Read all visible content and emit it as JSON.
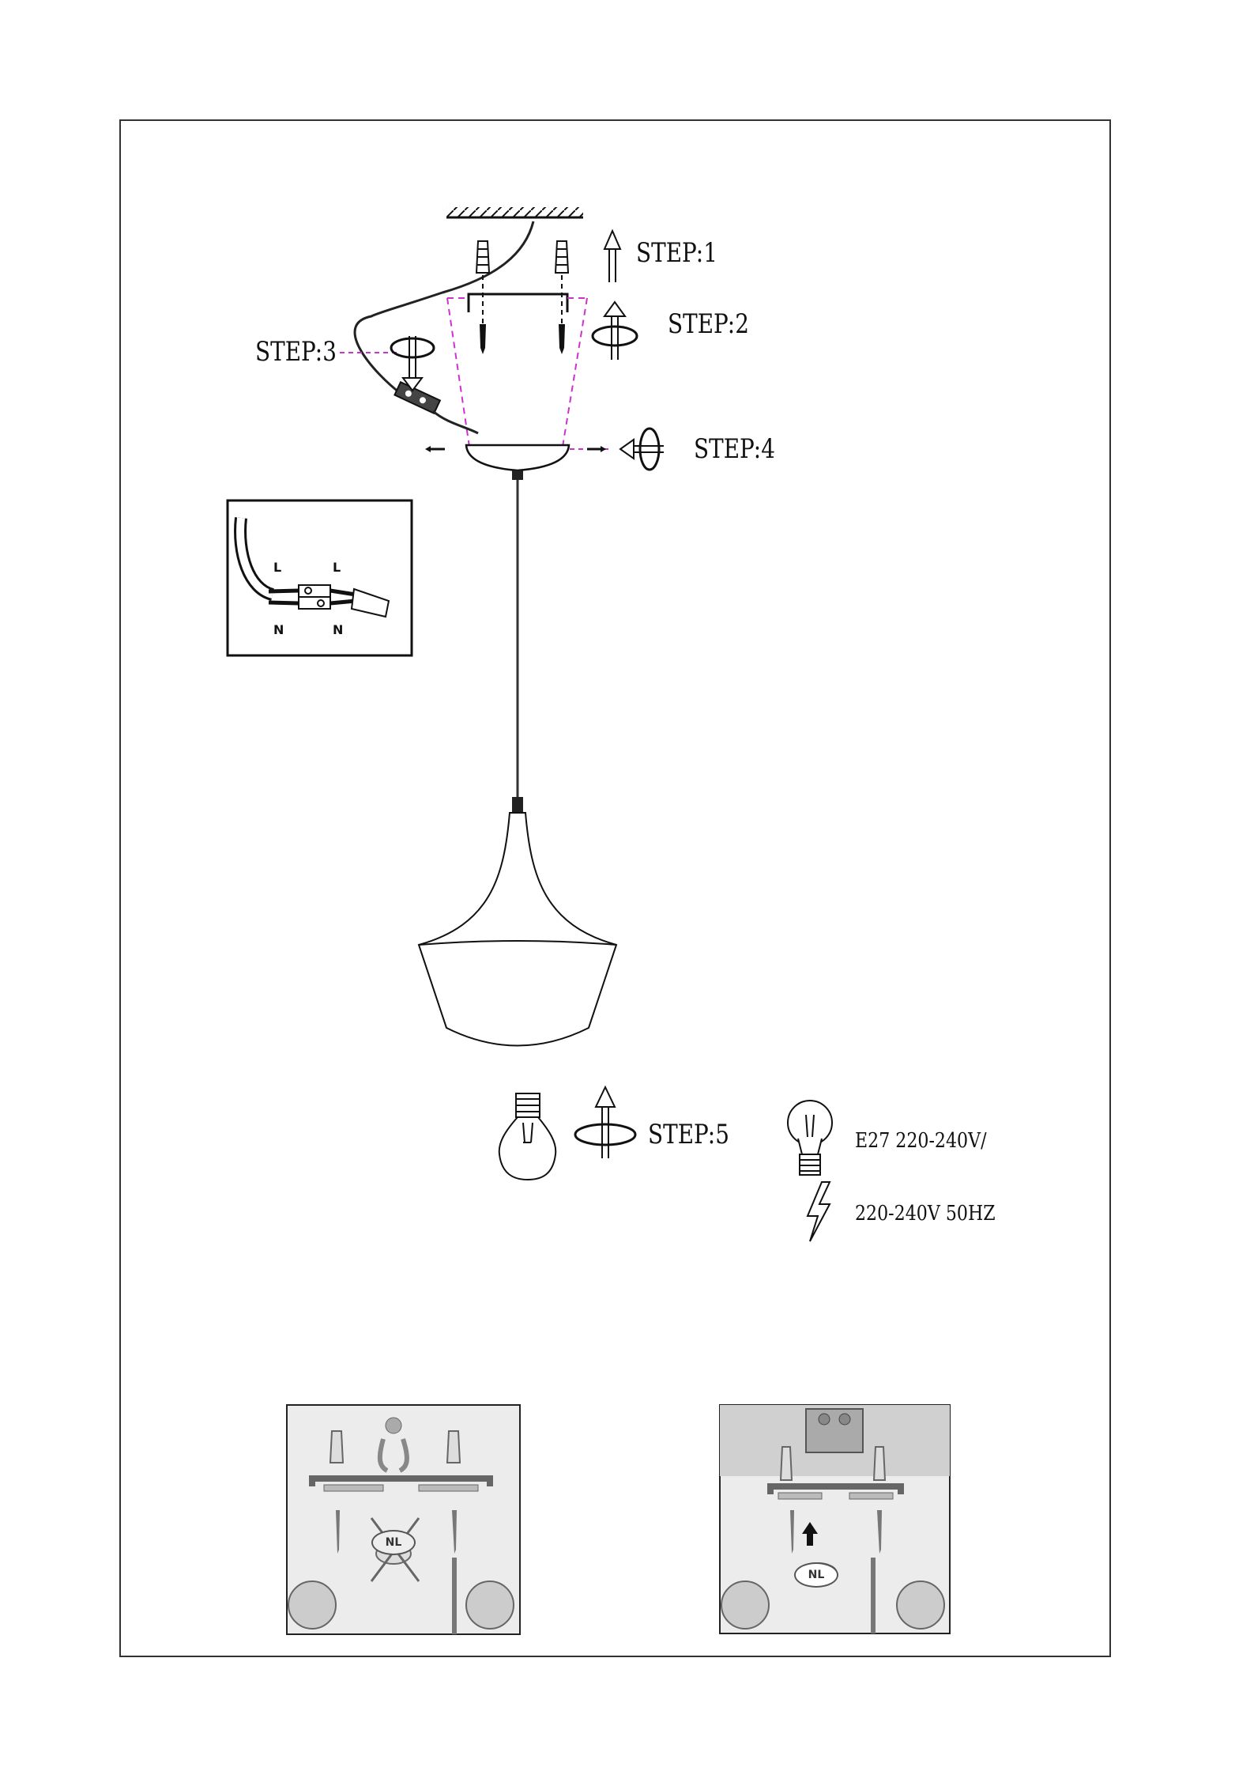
{
  "steps": {
    "step1": "STEP:1",
    "step2": "STEP:2",
    "step3": "STEP:3",
    "step4": "STEP:4",
    "step5": "STEP:5"
  },
  "wiring_inset": {
    "live_left": "L",
    "live_right": "L",
    "neutral_left": "N",
    "neutral_right": "N"
  },
  "specs": {
    "bulb": "E27 220-240V/",
    "power": "220-240V 50HZ"
  },
  "mount_panels": {
    "left_badge": "NL",
    "right_badge": "NL"
  },
  "colors": {
    "line": "#111111",
    "guide_dashed": "#cc33cc",
    "panel_gray": "#d9d9d9"
  }
}
